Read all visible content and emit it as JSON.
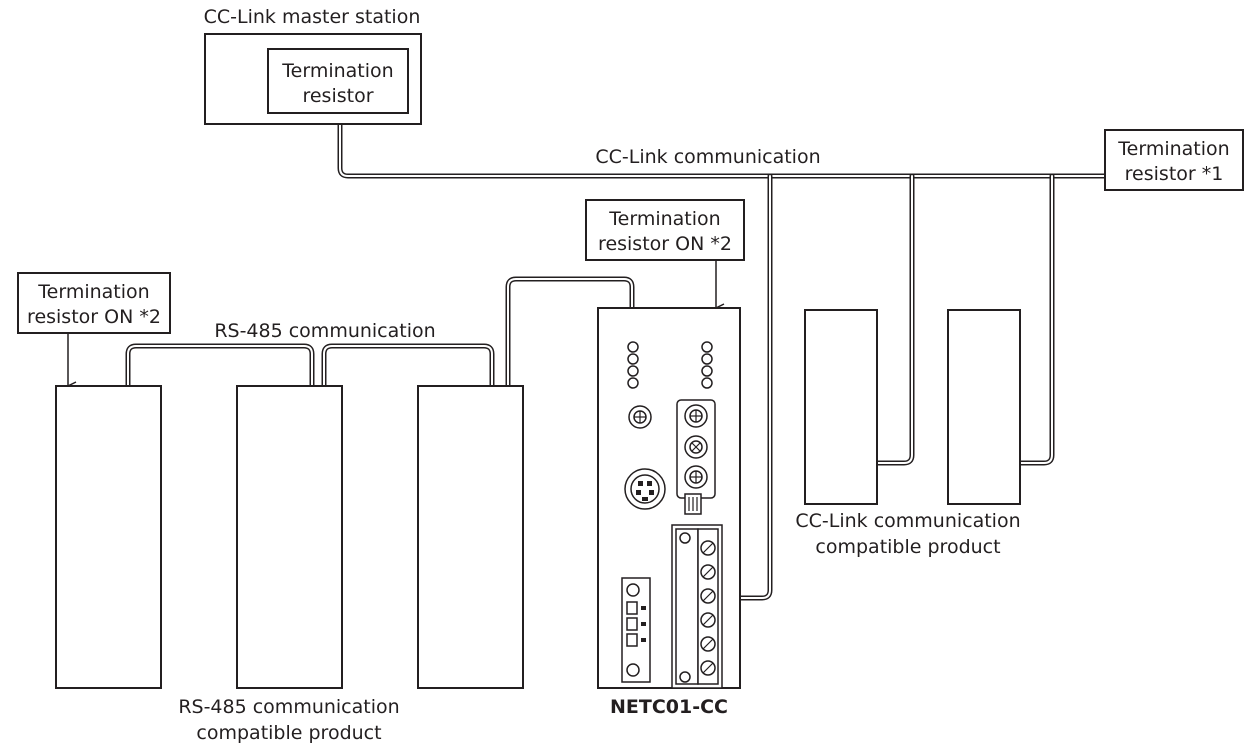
{
  "labels": {
    "master_station": "CC-Link master station",
    "master_term_1": "Termination",
    "master_term_2": "resistor",
    "cclink_comm": "CC-Link communication",
    "term1_line1": "Termination",
    "term1_line2": "resistor *1",
    "netc_term_line1": "Termination",
    "netc_term_line2": "resistor ON *2",
    "left_term_line1": "Termination",
    "left_term_line2": "resistor ON *2",
    "rs485_comm": "RS-485 communication",
    "rs485_product_line1": "RS-485 communication",
    "rs485_product_line2": "compatible product",
    "netc_model": "NETC01-CC",
    "cclink_product_line1": "CC-Link communication",
    "cclink_product_line2": "compatible product"
  }
}
